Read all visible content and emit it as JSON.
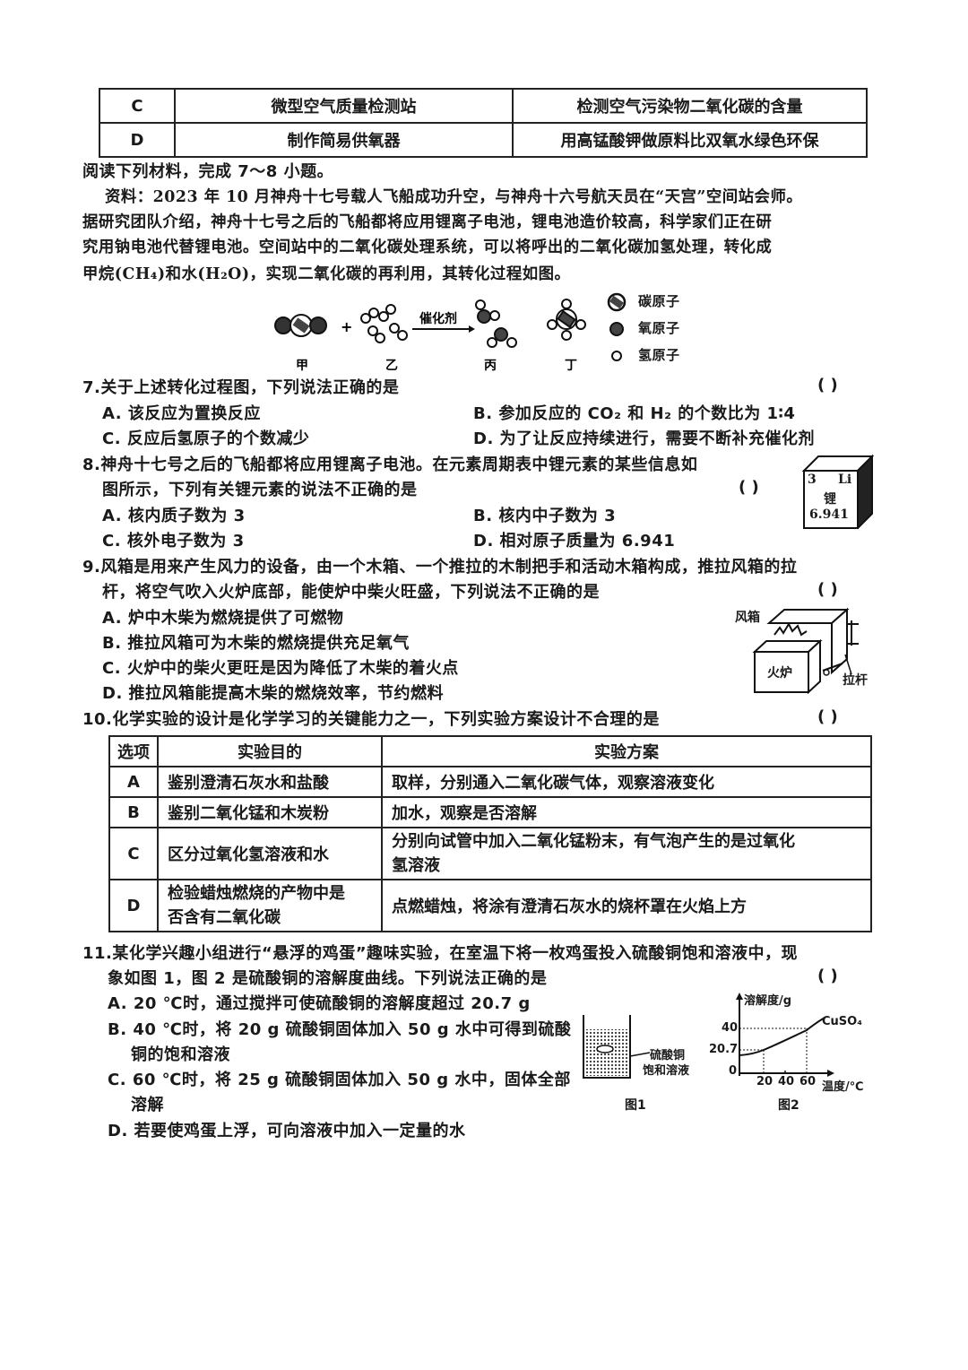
{
  "top_table": {
    "rows": [
      {
        "option": "C",
        "item": "微型空气质量检测站",
        "note": "检测空气污染物二氧化碳的含量"
      },
      {
        "option": "D",
        "item": "制作简易供氧器",
        "note": "用高锰酸钾做原料比双氧水绿色环保"
      }
    ]
  },
  "reading": {
    "intro": "阅读下列材料，完成 7～8 小题。",
    "lines": [
      "资料：2023 年 10 月神舟十七号载人飞船成功升空，与神舟十六号航天员在“天宫”空间站会师。",
      "据研究团队介绍，神舟十七号之后的飞船都将应用锂离子电池，锂电池造价较高，科学家们正在研",
      "究用钠电池代替锂电池。空间站中的二氧化碳处理系统，可以将呼出的二氧化碳加氢处理，转化成",
      "甲烷(CH₄)和水(H₂O)，实现二氧化碳的再利用，其转化过程如图。"
    ]
  },
  "reaction_diagram": {
    "labels": [
      "甲",
      "乙",
      "丙",
      "丁"
    ],
    "plus": "+",
    "arrow_label": "催化剂",
    "legend": [
      {
        "symbol": "carbon",
        "label": "碳原子"
      },
      {
        "symbol": "oxygen",
        "label": "氧原子"
      },
      {
        "symbol": "hydrogen",
        "label": "氢原子"
      }
    ]
  },
  "questions": [
    {
      "number": "7.",
      "stem": [
        "关于上述转化过程图，下列说法正确的是"
      ],
      "answer_blank": "(      )",
      "options": [
        "A. 该反应为置换反应",
        "B. 参加反应的 CO₂ 和 H₂ 的个数比为 1∶4",
        "C. 反应后氢原子的个数减少",
        "D. 为了让反应持续进行，需要不断补充催化剂"
      ]
    },
    {
      "number": "8.",
      "stem": [
        "神舟十七号之后的飞船都将应用锂离子电池。在元素周期表中锂元素的某些信息如",
        "图所示，下列有关锂元素的说法不正确的是"
      ],
      "answer_blank": "(      )",
      "options": [
        "A. 核内质子数为 3",
        "B. 核内中子数为 3",
        "C. 核外电子数为 3",
        "D. 相对原子质量为 6.941"
      ],
      "element_card": {
        "atomic_number": "3",
        "symbol": "Li",
        "name": "锂",
        "mass": "6.941"
      }
    },
    {
      "number": "9.",
      "stem": [
        "风箱是用来产生风力的设备，由一个木箱、一个推拉的木制把手和活动木箱构成，推拉风箱的拉",
        "杆，将空气吹入火炉底部，能使炉中柴火旺盛，下列说法不正确的是"
      ],
      "answer_blank": "(      )",
      "options": [
        "A. 炉中木柴为燃烧提供了可燃物",
        "B. 推拉风箱可为木柴的燃烧提供充足氧气",
        "C. 火炉中的柴火更旺是因为降低了木柴的着火点",
        "D. 推拉风箱能提高木柴的燃烧效率，节约燃料"
      ],
      "figure_labels": {
        "bellows": "风箱",
        "furnace": "火炉",
        "rod": "拉杆"
      }
    },
    {
      "number": "10.",
      "stem": [
        "化学实验的设计是化学学习的关键能力之一，下列实验方案设计不合理的是"
      ],
      "answer_blank": "(      )",
      "table": {
        "headers": [
          "选项",
          "实验目的",
          "实验方案"
        ],
        "rows": [
          {
            "option": "A",
            "purpose": [
              "鉴别澄清石灰水和盐酸"
            ],
            "plan": [
              "取样，分别通入二氧化碳气体，观察溶液变化"
            ]
          },
          {
            "option": "B",
            "purpose": [
              "鉴别二氧化锰和木炭粉"
            ],
            "plan": [
              "加水，观察是否溶解"
            ]
          },
          {
            "option": "C",
            "purpose": [
              "区分过氧化氢溶液和水"
            ],
            "plan": [
              "分别向试管中加入二氧化锰粉末，有气泡产生的是过氧化",
              "氢溶液"
            ]
          },
          {
            "option": "D",
            "purpose": [
              "检验蜡烛燃烧的产物中是",
              "否含有二氧化碳"
            ],
            "plan": [
              "点燃蜡烛，将涂有澄清石灰水的烧杯罩在火焰上方"
            ]
          }
        ]
      }
    },
    {
      "number": "11.",
      "stem": [
        "某化学兴趣小组进行“悬浮的鸡蛋”趣味实验，在室温下将一枚鸡蛋投入硫酸铜饱和溶液中，现",
        "象如图 1，图 2 是硫酸铜的溶解度曲线。下列说法正确的是"
      ],
      "answer_blank": "(      )",
      "options": [
        [
          "A. 20 ℃时，通过搅拌可使硫酸铜的溶解度超过 20.7 g"
        ],
        [
          "B. 40 ℃时，将 20 g 硫酸铜固体加入 50 g 水中可得到硫酸",
          "铜的饱和溶液"
        ],
        [
          "C. 60 ℃时，将 25 g 硫酸铜固体加入 50 g 水中，固体全部",
          "溶解"
        ],
        [
          "D. 若要使鸡蛋上浮，可向溶液中加入一定量的水"
        ]
      ],
      "figure1": {
        "label": "硫酸铜",
        "label2": "饱和溶液",
        "caption": "图1"
      },
      "figure2": {
        "ylabel": "溶解度/g",
        "xlabel": "温度/℃",
        "series": "CuSO₄",
        "y_ticks": [
          "40",
          "20.7",
          "0"
        ],
        "x_ticks": [
          "20",
          "40",
          "60"
        ],
        "caption": "图2"
      }
    }
  ],
  "chart_data": {
    "type": "line",
    "title": "图2",
    "xlabel": "温度/℃",
    "ylabel": "溶解度/g",
    "series": [
      {
        "name": "CuSO₄",
        "x": [
          0,
          20,
          40,
          60,
          70
        ],
        "y": [
          17,
          20.7,
          29,
          40,
          46
        ]
      }
    ],
    "x_ticks": [
      20,
      40,
      60
    ],
    "y_ticks": [
      0,
      20.7,
      40
    ],
    "annotations": [
      "dashed guides at (20, 20.7) and (60, 40)"
    ]
  }
}
